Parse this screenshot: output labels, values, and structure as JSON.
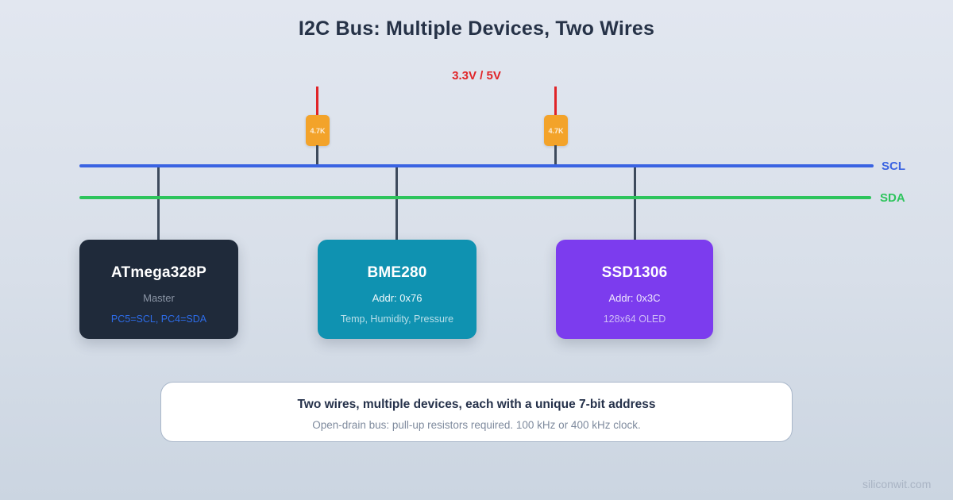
{
  "page": {
    "title": "I2C Bus: Multiple Devices, Two Wires",
    "title_color": "#263247",
    "watermark": "siliconwit.com",
    "background_top": "#e2e7f0",
    "background_bottom": "#cbd5e1"
  },
  "power": {
    "label": "3.3V / 5V",
    "color": "#e02428",
    "wire_color": "#e02428",
    "resistor_color": "#f3a32a",
    "resistors": [
      {
        "label": "4.7K"
      },
      {
        "label": "4.7K"
      }
    ]
  },
  "bus": {
    "scl": {
      "label": "SCL",
      "color": "#3a63e2"
    },
    "sda": {
      "label": "SDA",
      "color": "#2dc45c"
    },
    "connector_color": "#3d4a5c"
  },
  "devices": [
    {
      "name": "ATmega328P",
      "line2": "Master",
      "line3": "PC5=SCL, PC4=SDA",
      "bg": "#1f2a3a",
      "line2_color": "#8a94a4",
      "line3_color": "#2d6ce8"
    },
    {
      "name": "BME280",
      "line2": "Addr: 0x76",
      "line3": "Temp, Humidity, Pressure",
      "bg": "#0f92b1",
      "line2_color": "#eef8fb",
      "line3_color": "#b9dfe9"
    },
    {
      "name": "SSD1306",
      "line2": "Addr: 0x3C",
      "line3": "128x64 OLED",
      "bg": "#7c3cee",
      "line2_color": "#f0eafd",
      "line3_color": "#cebcf6"
    }
  ],
  "info": {
    "title": "Two wires, multiple devices, each with a unique 7-bit address",
    "subtitle": "Open-drain bus: pull-up resistors required. 100 kHz or 400 kHz clock."
  }
}
